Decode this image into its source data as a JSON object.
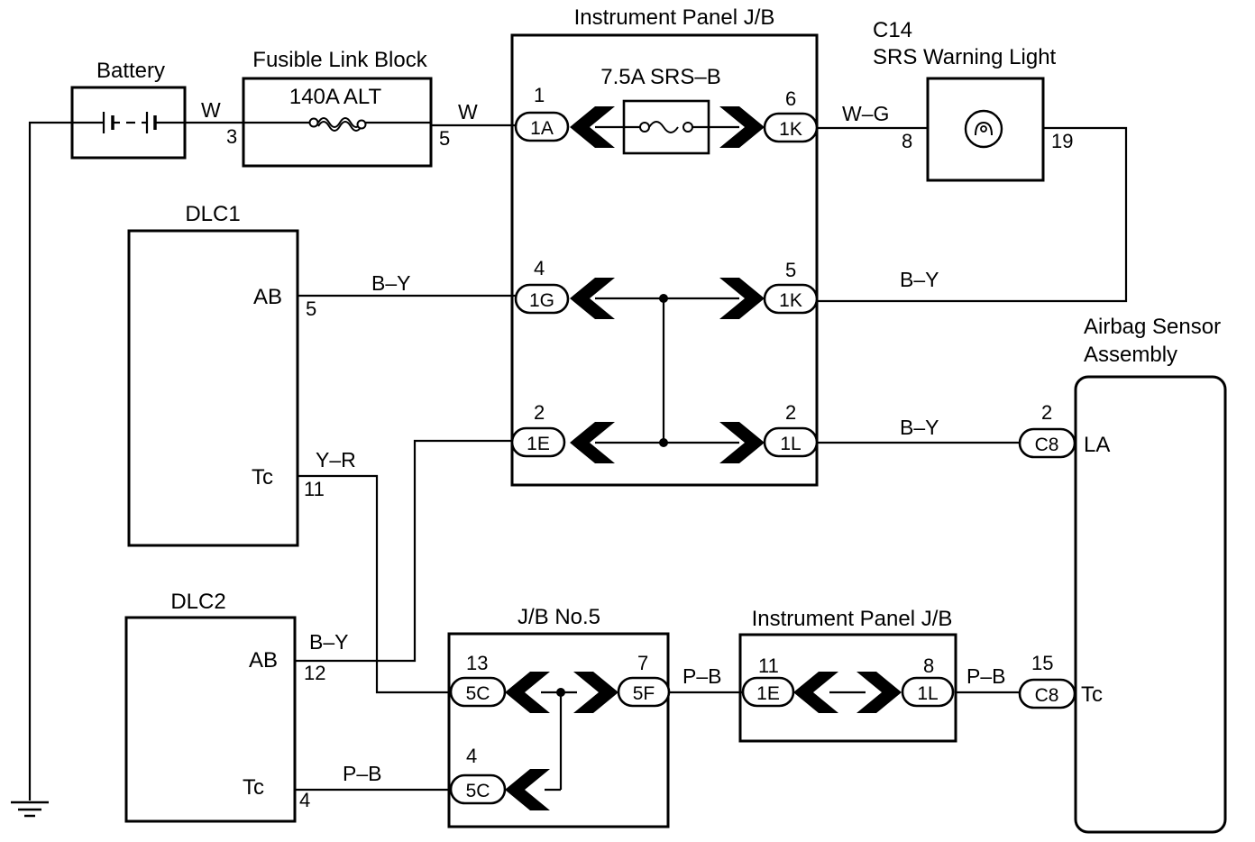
{
  "components": {
    "battery": "Battery",
    "fusible_link_block": "Fusible Link Block",
    "fuse_140a": "140A ALT",
    "ip_jb_top": "Instrument Panel J/B",
    "fuse_75a": "7.5A SRS–B",
    "c14_code": "C14",
    "srs_warning_light": "SRS Warning Light",
    "dlc1": "DLC1",
    "dlc2": "DLC2",
    "airbag_sensor_line1": "Airbag Sensor",
    "airbag_sensor_line2": "Assembly",
    "jb_no5": "J/B No.5",
    "ip_jb_bottom": "Instrument Panel J/B"
  },
  "terminals": {
    "dlc1_ab": "AB",
    "dlc1_tc": "Tc",
    "dlc2_ab": "AB",
    "dlc2_tc": "Tc",
    "sensor_la": "LA",
    "sensor_tc": "Tc"
  },
  "pins": {
    "bat_out": "3",
    "fl_out": "5",
    "ipjb_1A": "1",
    "ipjb_6": "6",
    "swl_in": "8",
    "swl_out": "19",
    "dlc1_ab": "5",
    "dlc1_tc": "11",
    "ipjb_1G": "4",
    "ipjb_5": "5",
    "ipjb_1E": "2",
    "ipjb_1L": "2",
    "sensor_c8_la": "2",
    "dlc2_ab": "12",
    "dlc2_tc": "4",
    "jb5_13": "13",
    "jb5_7": "7",
    "jb5_4": "4",
    "ipjb2_11": "11",
    "ipjb2_8": "8",
    "sensor_c8_tc": "15"
  },
  "connectors": {
    "c_1A": "1A",
    "c_1K_top": "1K",
    "c_1G": "1G",
    "c_1K_mid": "1K",
    "c_1E": "1E",
    "c_1L": "1L",
    "c_C8_la": "C8",
    "c_5C_top": "5C",
    "c_5F": "5F",
    "c_5C_bot": "5C",
    "c_1E_b": "1E",
    "c_1L_b": "1L",
    "c_C8_tc": "C8"
  },
  "wires": {
    "bat_fl": "W",
    "fl_ipjb": "W",
    "ipjb_swl": "W–G",
    "dlc1_ab": "B–Y",
    "swl_ipjb": "B–Y",
    "ipjb_sensor": "B–Y",
    "dlc1_tc": "Y–R",
    "dlc2_ab": "B–Y",
    "jb5_ipjb2": "P–B",
    "ipjb2_sensor": "P–B",
    "dlc2_tc": "P–B"
  }
}
